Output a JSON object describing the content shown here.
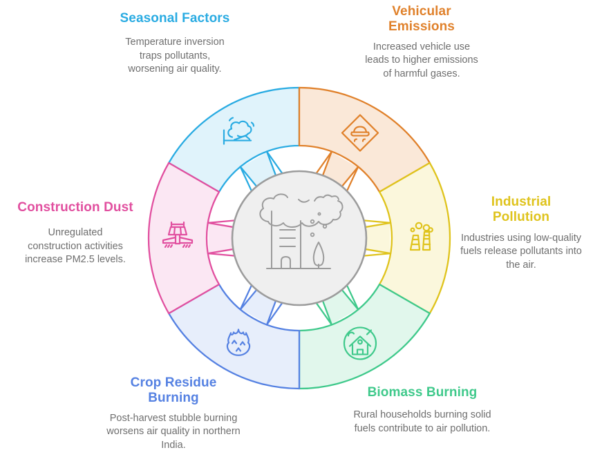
{
  "diagram": {
    "type": "circular-cycle-infographic",
    "topic": "Causes of air pollution",
    "center_illustration": "polluted-city-with-smog-cloud-and-tree"
  },
  "colors": {
    "background": "#FFFFFF",
    "center_fill": "#EFEFEF",
    "center_stroke": "#9C9C9C",
    "illustration_stroke": "#9B9B9B",
    "description_text": "#6E6E6E"
  },
  "segments": [
    {
      "key": "seasonal-factors",
      "title": "Seasonal Factors",
      "description": "Temperature inversion traps pollutants, worsening air quality.",
      "accent": "#29ABE2",
      "fill": "#E0F3FB",
      "mid_angle": 330,
      "icon": "inversion-cloud-icon"
    },
    {
      "key": "vehicular-emissions",
      "title": "Vehicular Emissions",
      "description": "Increased vehicle use leads to higher emissions of harmful gases.",
      "accent": "#E0812B",
      "fill": "#FAE8D8",
      "mid_angle": 30,
      "icon": "car-warning-icon"
    },
    {
      "key": "industrial-pollution",
      "title": "Industrial Pollution",
      "description": "Industries using low-quality fuels release pollutants into the air.",
      "accent": "#DFC31C",
      "fill": "#FBF7DC",
      "mid_angle": 90,
      "icon": "factory-smoke-icon"
    },
    {
      "key": "biomass-burning",
      "title": "Biomass Burning",
      "description": "Rural households burning solid fuels contribute to air pollution.",
      "accent": "#3FC98B",
      "fill": "#E1F7EC",
      "mid_angle": 150,
      "icon": "eco-house-icon"
    },
    {
      "key": "crop-residue-burning",
      "title": "Crop Residue Burning",
      "description": "Post-harvest stubble burning worsens air quality in northern India.",
      "accent": "#5581E2",
      "fill": "#E7EEFB",
      "mid_angle": 210,
      "icon": "flame-icon"
    },
    {
      "key": "construction-dust",
      "title": "Construction Dust",
      "description": "Unregulated construction activities increase PM2.5 levels.",
      "accent": "#E14F9F",
      "fill": "#FBE7F3",
      "mid_angle": 270,
      "icon": "paver-machine-icon"
    }
  ]
}
